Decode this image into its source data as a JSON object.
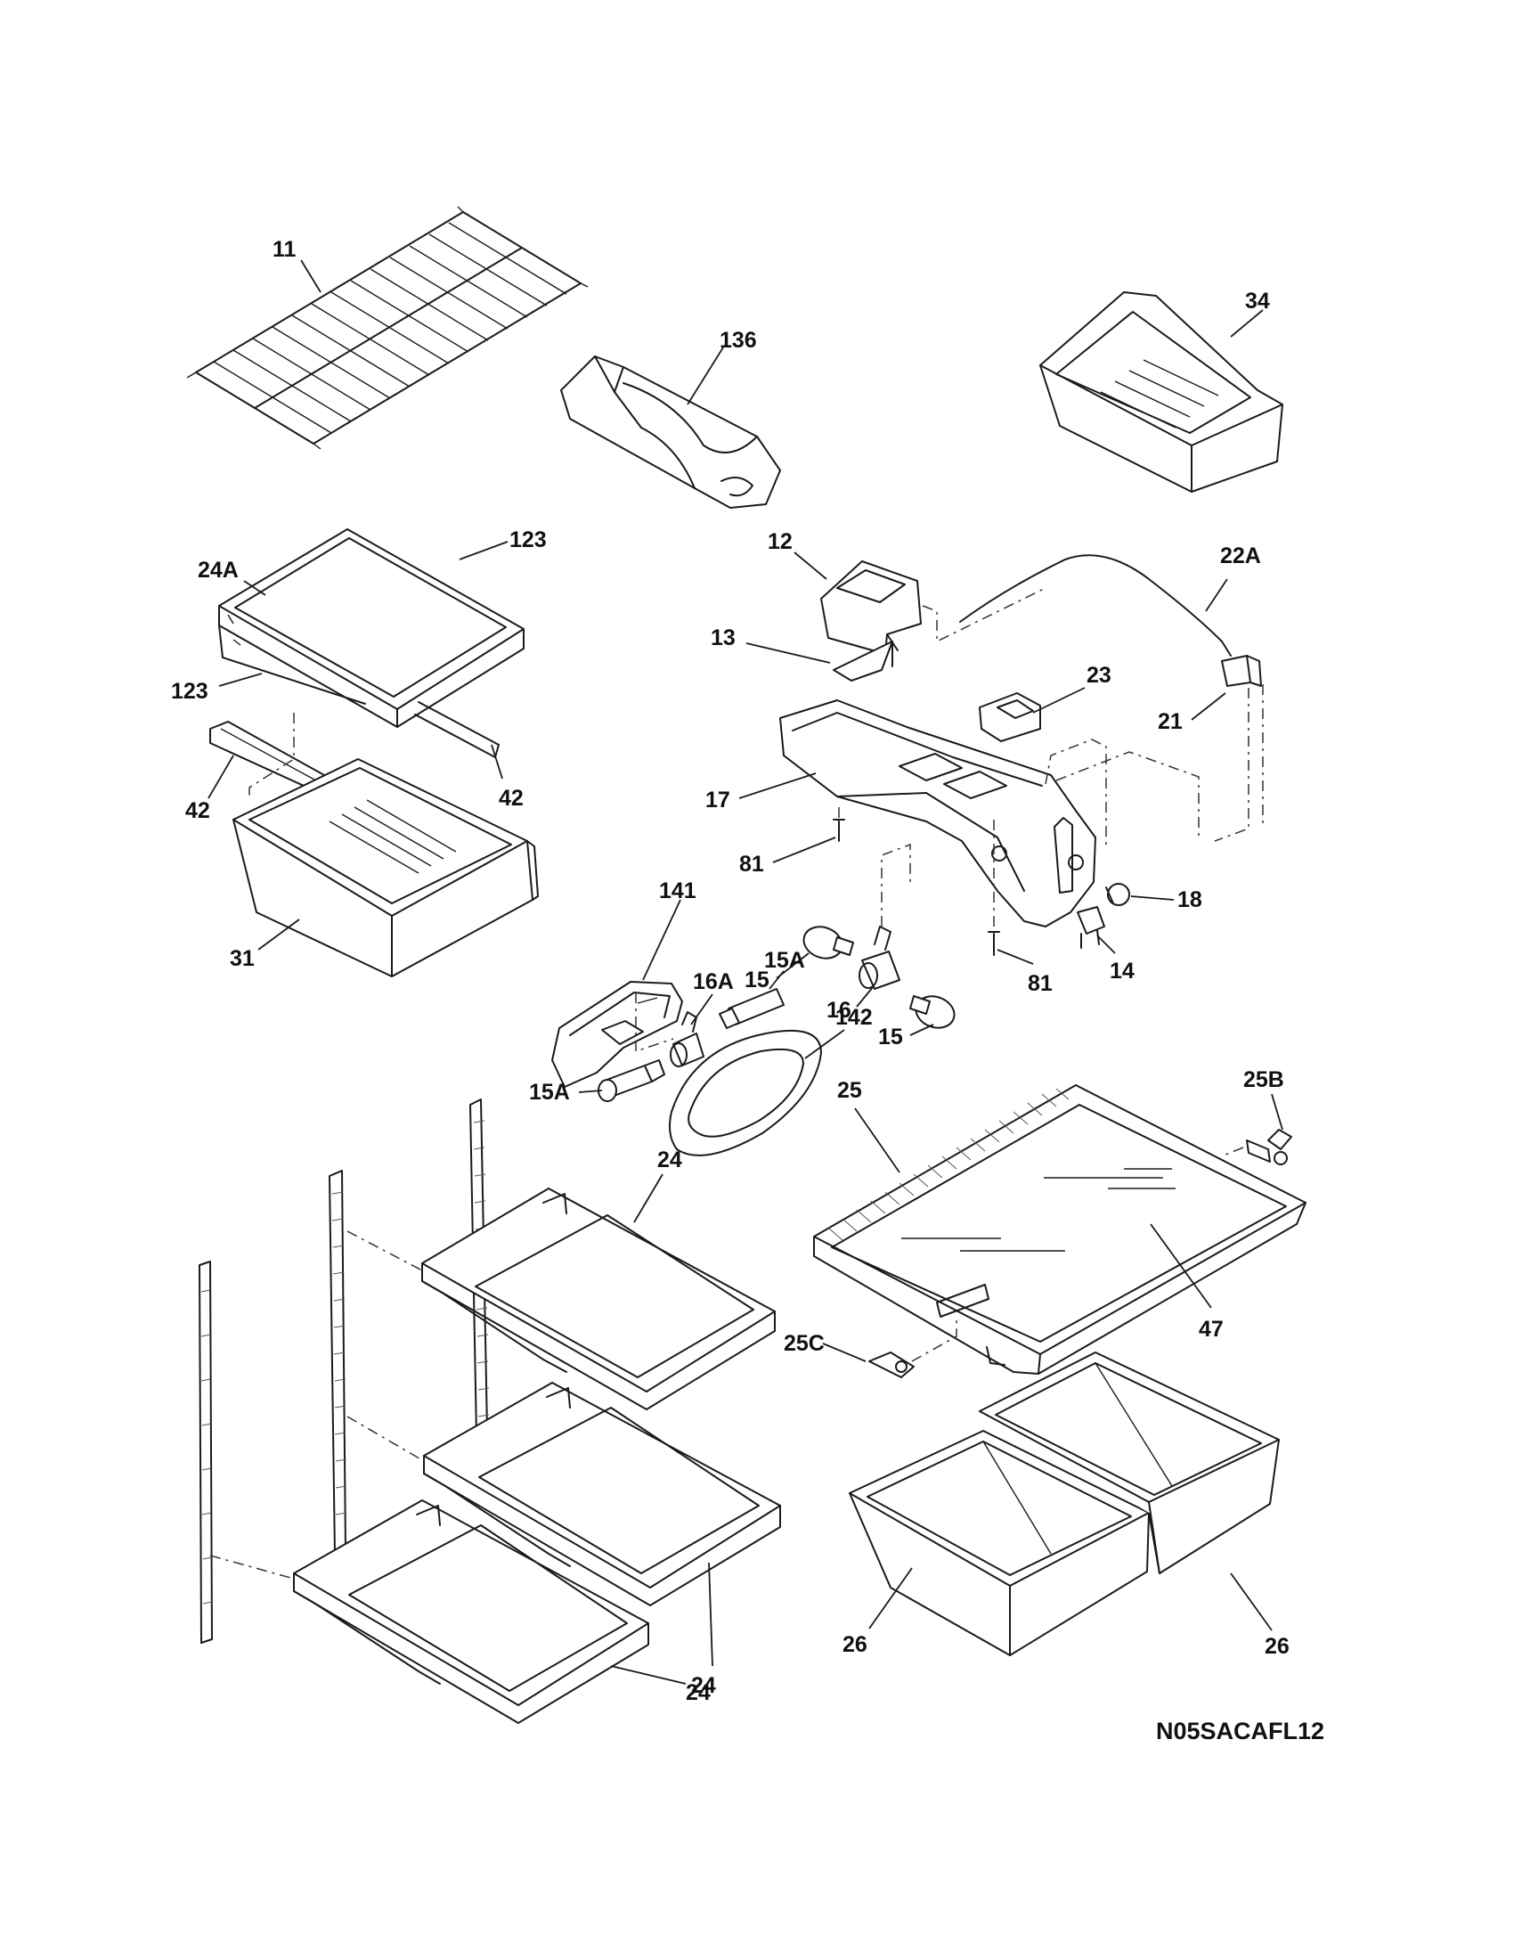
{
  "diagram_code": "N05SACAFL12",
  "callouts": {
    "c11": "11",
    "c136": "136",
    "c34": "34",
    "c24A": "24A",
    "c123a": "123",
    "c123b": "123",
    "c42a": "42",
    "c42b": "42",
    "c31": "31",
    "c12": "12",
    "c13": "13",
    "c22A": "22A",
    "c23": "23",
    "c21": "21",
    "c17": "17",
    "c81a": "81",
    "c81b": "81",
    "c18": "18",
    "c14": "14",
    "c15a": "15",
    "c15b": "15",
    "c16": "16",
    "c141": "141",
    "c16A": "16A",
    "c15Aa": "15A",
    "c15Ab": "15A",
    "c142": "142",
    "c25": "25",
    "c25B": "25B",
    "c24a": "24",
    "c24b": "24",
    "c24c": "24",
    "c47": "47",
    "c25C": "25C",
    "c26a": "26",
    "c26b": "26"
  }
}
